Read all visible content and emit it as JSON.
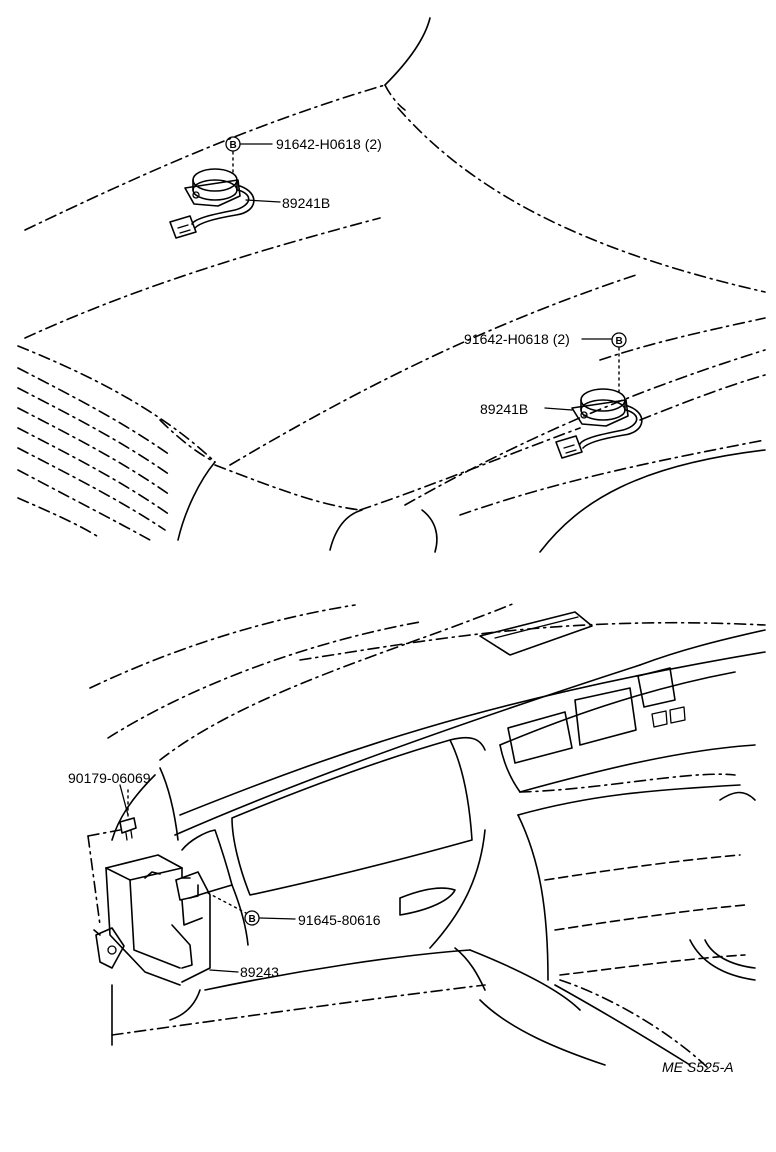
{
  "callouts": {
    "bolt_upper": "91642-H0618 (2)",
    "sensor_upper": "89241B",
    "bolt_lower": "91642-H0618 (2)",
    "sensor_lower": "89241B",
    "clip": "90179-06069",
    "bolt_computer": "91645-80616",
    "computer": "89243"
  },
  "bolt_symbol": "B",
  "drawing_code": "ME S525-A"
}
